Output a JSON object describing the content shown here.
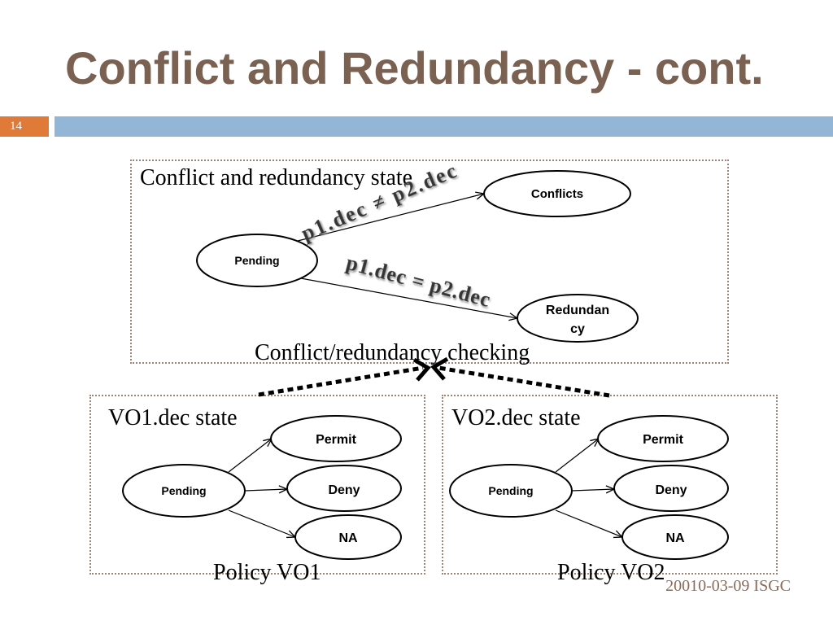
{
  "slide": {
    "title": "Conflict and Redundancy - cont.",
    "number": "14",
    "footer": "20010-03-09 ISGC"
  },
  "theme": {
    "title-color": "#7a6151",
    "accent-bar": "#93b5d6",
    "number-box": "#e07a38",
    "footer-color": "#8a6a58",
    "frame-color": "#a08376"
  },
  "top_diagram": {
    "heading": "Conflict and redundancy state",
    "caption": "Conflict/redundancy checking",
    "states": {
      "pending": "Pending",
      "conflicts": "Conflicts",
      "redundancy": [
        "Redundan",
        "cy"
      ]
    },
    "transitions": {
      "to_conflicts": "p1.dec ≠ p2.dec",
      "to_redundancy": "p1.dec = p2.dec"
    }
  },
  "vo1": {
    "heading": "VO1.dec state",
    "caption": "Policy VO1",
    "states": {
      "pending": "Pending",
      "permit": "Permit",
      "deny": "Deny",
      "na": "NA"
    }
  },
  "vo2": {
    "heading": "VO2.dec state",
    "caption": "Policy VO2",
    "states": {
      "pending": "Pending",
      "permit": "Permit",
      "deny": "Deny",
      "na": "NA"
    }
  }
}
